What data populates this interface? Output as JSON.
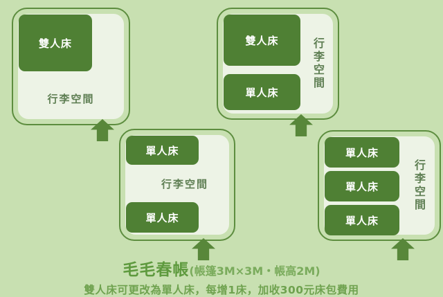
{
  "background_color": "#c8e0b1",
  "accent_color": "#4f8034",
  "border_color": "#5d8d3f",
  "rooms": [
    {
      "id": "room-double-bed-wide-luggage",
      "beds": [
        "雙人床"
      ],
      "luggage_label": "行李空間",
      "luggage_orientation": "horizontal",
      "hatch": "diagonal"
    },
    {
      "id": "room-double-plus-single",
      "beds": [
        "雙人床",
        "單人床"
      ],
      "luggage_label": "行李空間",
      "luggage_orientation": "vertical",
      "hatch": "dot"
    },
    {
      "id": "room-two-singles",
      "beds": [
        "單人床",
        "單人床"
      ],
      "luggage_label": "行李空間",
      "luggage_orientation": "horizontal",
      "hatch": "diagonal"
    },
    {
      "id": "room-three-singles",
      "beds": [
        "單人床",
        "單人床",
        "單人床"
      ],
      "luggage_label": "行李空間",
      "luggage_orientation": "vertical",
      "hatch": "dot"
    }
  ],
  "arrows": [
    {
      "id": "arrow-to-room-1",
      "direction": "up"
    },
    {
      "id": "arrow-to-room-2",
      "direction": "up"
    },
    {
      "id": "arrow-to-room-3",
      "direction": "up"
    },
    {
      "id": "arrow-to-room-4",
      "direction": "up"
    }
  ],
  "caption": {
    "title": "毛毛春帳",
    "spec": "(帳篷3M×3M・帳高2M)",
    "note": "雙人床可更改為單人床，每增1床，加收300元床包費用"
  }
}
